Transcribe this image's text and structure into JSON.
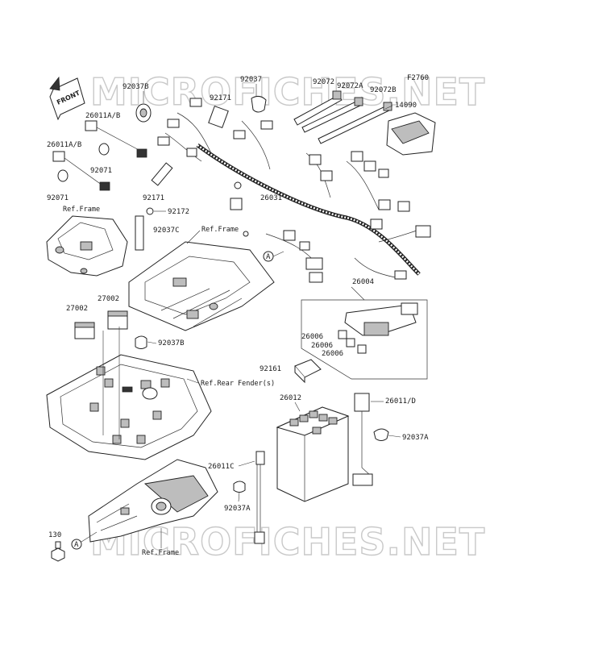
{
  "diagram": {
    "figure_code": "F2760",
    "front_arrow_label": "FRONT",
    "watermark_top": "MICROFICHES.NET",
    "watermark_bottom": "MICROFICHES.NET",
    "callout_a": "A",
    "part_labels": {
      "p92037b_top": "92037B",
      "p92037": "92037",
      "p92072": "92072",
      "p92072a": "92072A",
      "p92072b": "92072B",
      "p14090": "14090",
      "p92171_top": "92171",
      "p26011ab_1": "26011A/B",
      "p26011ab_2": "26011A/B",
      "p92071_1": "92071",
      "p92071_2": "92071",
      "p92171_mid": "92171",
      "p92172": "92172",
      "p26031": "26031",
      "p92037c": "92037C",
      "p26004": "26004",
      "p27002_1": "27002",
      "p27002_2": "27002",
      "p92037b_mid": "92037B",
      "p26006_1": "26006",
      "p26006_2": "26006",
      "p26006_3": "26006",
      "p92161": "92161",
      "p26012": "26012",
      "p26011d": "26011/D",
      "p92037a_right": "92037A",
      "p26011c": "26011C",
      "p92037a_left": "92037A",
      "p130": "130"
    },
    "ref_labels": {
      "frame_left": "Ref.Frame",
      "frame_mid": "Ref.Frame",
      "rear_fender": "Ref.Rear Fender(s)",
      "frame_bottom": "Ref.Frame"
    }
  }
}
